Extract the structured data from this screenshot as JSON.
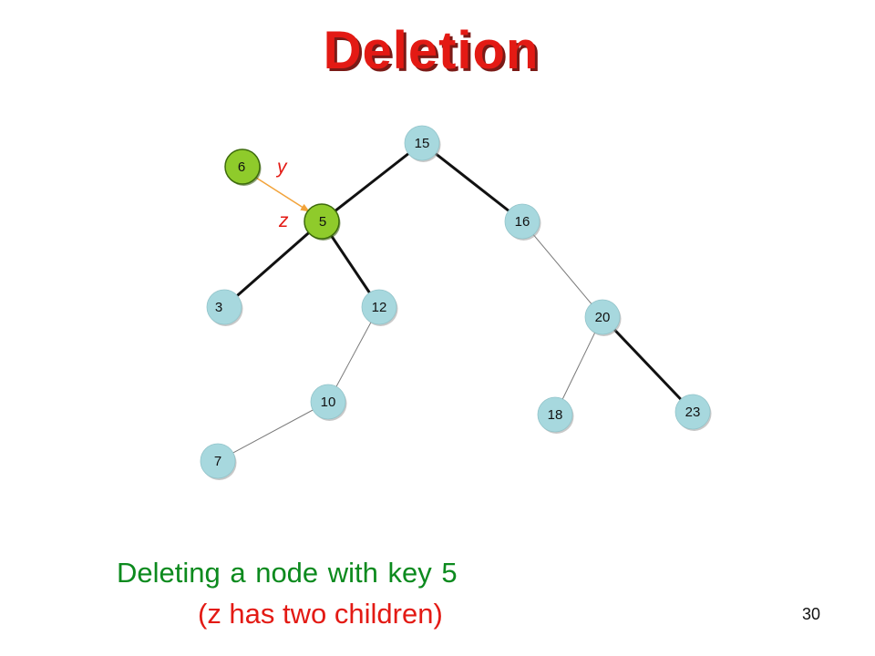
{
  "slide": {
    "title": "Deletion",
    "caption_line1": "Deleting a node with key 5",
    "caption_line2": "(z has two children)",
    "page_number": "30"
  },
  "colors": {
    "title": "#e31a14",
    "title_shadow": "#7a1a16",
    "node_fill": "#a7d8de",
    "highlight_fill": "#8fcb2b",
    "highlight_stroke": "#3d6b0c",
    "pointer_arrow": "#f2a33a",
    "label_var": "#e31a14",
    "caption_green": "#0c8a1e"
  },
  "tree": {
    "nodes": [
      {
        "id": "n15",
        "key": "15",
        "highlight": false
      },
      {
        "id": "n5",
        "key": "5",
        "highlight": true
      },
      {
        "id": "n16",
        "key": "16",
        "highlight": false
      },
      {
        "id": "n3",
        "key": "3",
        "highlight": false
      },
      {
        "id": "n12",
        "key": "12",
        "highlight": false
      },
      {
        "id": "n20",
        "key": "20",
        "highlight": false
      },
      {
        "id": "n10",
        "key": "10",
        "highlight": false
      },
      {
        "id": "n18",
        "key": "18",
        "highlight": false
      },
      {
        "id": "n23",
        "key": "23",
        "highlight": false
      },
      {
        "id": "n7",
        "key": "7",
        "highlight": false
      },
      {
        "id": "n6",
        "key": "6",
        "highlight": true
      }
    ],
    "edges": [
      {
        "from": "n15",
        "to": "n5",
        "weight": "bold"
      },
      {
        "from": "n15",
        "to": "n16",
        "weight": "bold"
      },
      {
        "from": "n5",
        "to": "n3",
        "weight": "bold"
      },
      {
        "from": "n5",
        "to": "n12",
        "weight": "bold"
      },
      {
        "from": "n16",
        "to": "n20",
        "weight": "thin"
      },
      {
        "from": "n12",
        "to": "n10",
        "weight": "thin"
      },
      {
        "from": "n10",
        "to": "n7",
        "weight": "thin"
      },
      {
        "from": "n20",
        "to": "n18",
        "weight": "thin"
      },
      {
        "from": "n20",
        "to": "n23",
        "weight": "bold"
      }
    ],
    "pointer": {
      "from": "n6",
      "to": "n5"
    },
    "labels": {
      "y": "y",
      "z": "z"
    }
  }
}
